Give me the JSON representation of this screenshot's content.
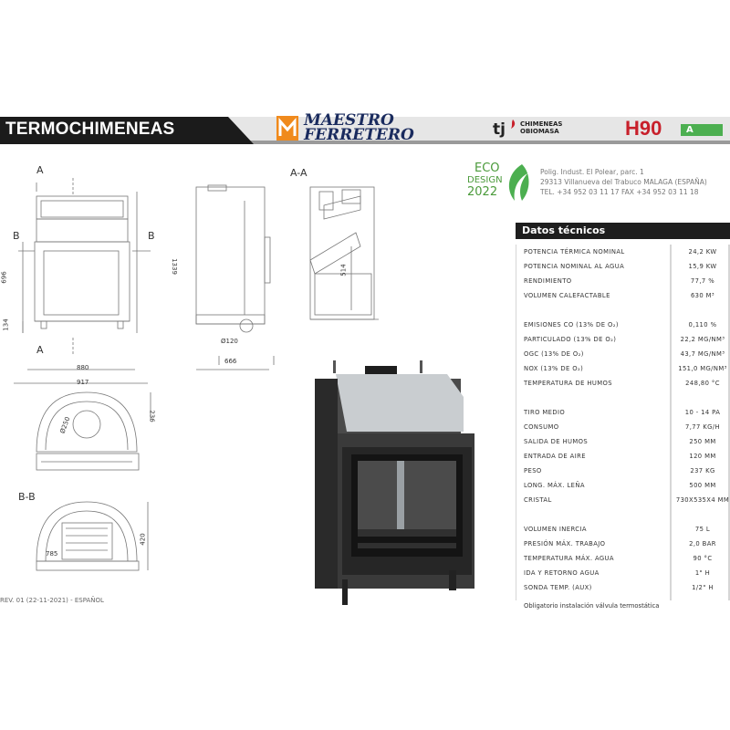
{
  "header": {
    "title": "TERMOCHIMENEAS",
    "brand_line1": "MAESTRO",
    "brand_line2": "FERRETERO",
    "tj_line1": "CHIMENEAS",
    "tj_line2": "OBIOMASA",
    "model": "H90",
    "energy_class": "A",
    "accent_color": "#c8202b",
    "eco_color": "#4caf50"
  },
  "eco": {
    "l1": "ECO",
    "l2": "DESIGN",
    "l3": "2022"
  },
  "address": {
    "line1": "Polig. Indust. El Polear, parc. 1",
    "line2": "29313 Villanueva del Trabuco  MALAGA (ESPAÑA)",
    "line3": "TEL. +34 952 03 11 17   FAX +34 952 03 11 18"
  },
  "drawing": {
    "section_aa": "A-A",
    "section_bb": "B-B",
    "label_a": "A",
    "label_b": "B",
    "dim_1339": "1339",
    "dim_696": "696",
    "dim_134": "134",
    "dim_880": "880",
    "dim_917": "917",
    "dim_666": "666",
    "dim_120": "Ø120",
    "dim_514": "514",
    "dim_236": "236",
    "dim_250": "Ø250",
    "dim_785": "785",
    "dim_420": "420"
  },
  "specs": {
    "title": "Datos técnicos",
    "rows": [
      {
        "label": "Potencia térmica nominal",
        "value": "24,2 Kw"
      },
      {
        "label": "Potencia nominal al agua",
        "value": "15,9 kW"
      },
      {
        "label": "Rendimiento",
        "value": "77,7 %"
      },
      {
        "label": "Volumen calefactable",
        "value": "630 m³"
      },
      {
        "label": "",
        "value": ""
      },
      {
        "label": "Emisiones CO (13% de O₂)",
        "value": "0,110 %"
      },
      {
        "label": "Particulado (13% de O₂)",
        "value": "22,2 mg/Nm³"
      },
      {
        "label": "OGC (13% de O₂)",
        "value": "43,7 mg/Nm³"
      },
      {
        "label": "NOx (13% de O₂)",
        "value": "151,0 mg/Nm³"
      },
      {
        "label": "Temperatura de humos",
        "value": "248,80 °C"
      },
      {
        "label": "",
        "value": ""
      },
      {
        "label": "Tiro medio",
        "value": "10 - 14 Pa"
      },
      {
        "label": "Consumo",
        "value": "7,77 kg/h"
      },
      {
        "label": "Salida de humos",
        "value": "250 mm"
      },
      {
        "label": "Entrada de aire",
        "value": "120 mm"
      },
      {
        "label": "Peso",
        "value": "237 kg"
      },
      {
        "label": "Long. máx. leña",
        "value": "500 mm"
      },
      {
        "label": "Cristal",
        "value": "730x535x4 mm"
      },
      {
        "label": "",
        "value": ""
      },
      {
        "label": "Volumen inercia",
        "value": "75 L"
      },
      {
        "label": "Presión máx. trabajo",
        "value": "2,0 bar"
      },
      {
        "label": "Temperatura máx. agua",
        "value": "90 °C"
      },
      {
        "label": "Ida y retorno agua",
        "value": "1\" H"
      },
      {
        "label": "Sonda temp. (aux)",
        "value": "1/2\" H"
      }
    ],
    "note": "Obligatorio instalación válvula termostática"
  },
  "footer": {
    "revision": "REV. 01 (22-11-2021) - ESPAÑOL"
  }
}
